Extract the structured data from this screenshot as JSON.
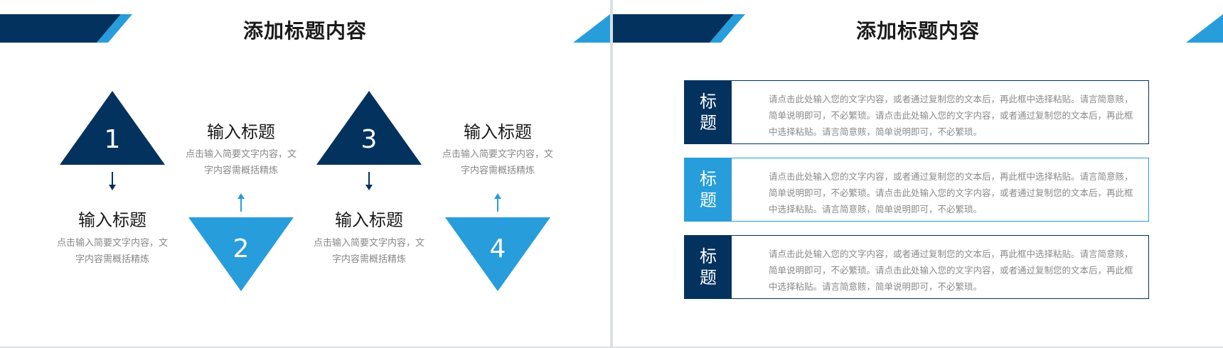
{
  "colors": {
    "navy": "#04325e",
    "blue": "#279ddb"
  },
  "left": {
    "title": "添加标题内容",
    "items": [
      {
        "num": "1",
        "heading": "输入标题",
        "desc": "点击输入简要文字内容，文字内容需概括精炼"
      },
      {
        "num": "2",
        "heading": "输入标题",
        "desc": "点击输入简要文字内容，文字内容需概括精炼"
      },
      {
        "num": "3",
        "heading": "输入标题",
        "desc": "点击输入简要文字内容，文字内容需概括精炼"
      },
      {
        "num": "4",
        "heading": "输入标题",
        "desc": "点击输入简要文字内容，文字内容需概括精炼"
      }
    ]
  },
  "right": {
    "title": "添加标题内容",
    "cards": [
      {
        "tag": "标题",
        "text": "请点击此处输入您的文字内容，或者通过复制您的文本后，再此框中选择粘贴。请言简意赅，简单说明即可，不必繁琐。请点击此处输入您的文字内容，或者通过复制您的文本后，再此框中选择粘贴。请言简意赅，简单说明即可，不必繁琐。"
      },
      {
        "tag": "标题",
        "text": "请点击此处输入您的文字内容，或者通过复制您的文本后，再此框中选择粘贴。请言简意赅，简单说明即可，不必繁琐。请点击此处输入您的文字内容，或者通过复制您的文本后，再此框中选择粘贴。请言简意赅，简单说明即可，不必繁琐。"
      },
      {
        "tag": "标题",
        "text": "请点击此处输入您的文字内容，或者通过复制您的文本后，再此框中选择粘贴。请言简意赅，简单说明即可，不必繁琐。请点击此处输入您的文字内容，或者通过复制您的文本后，再此框中选择粘贴。请言简意赅，简单说明即可，不必繁琐。"
      }
    ]
  }
}
